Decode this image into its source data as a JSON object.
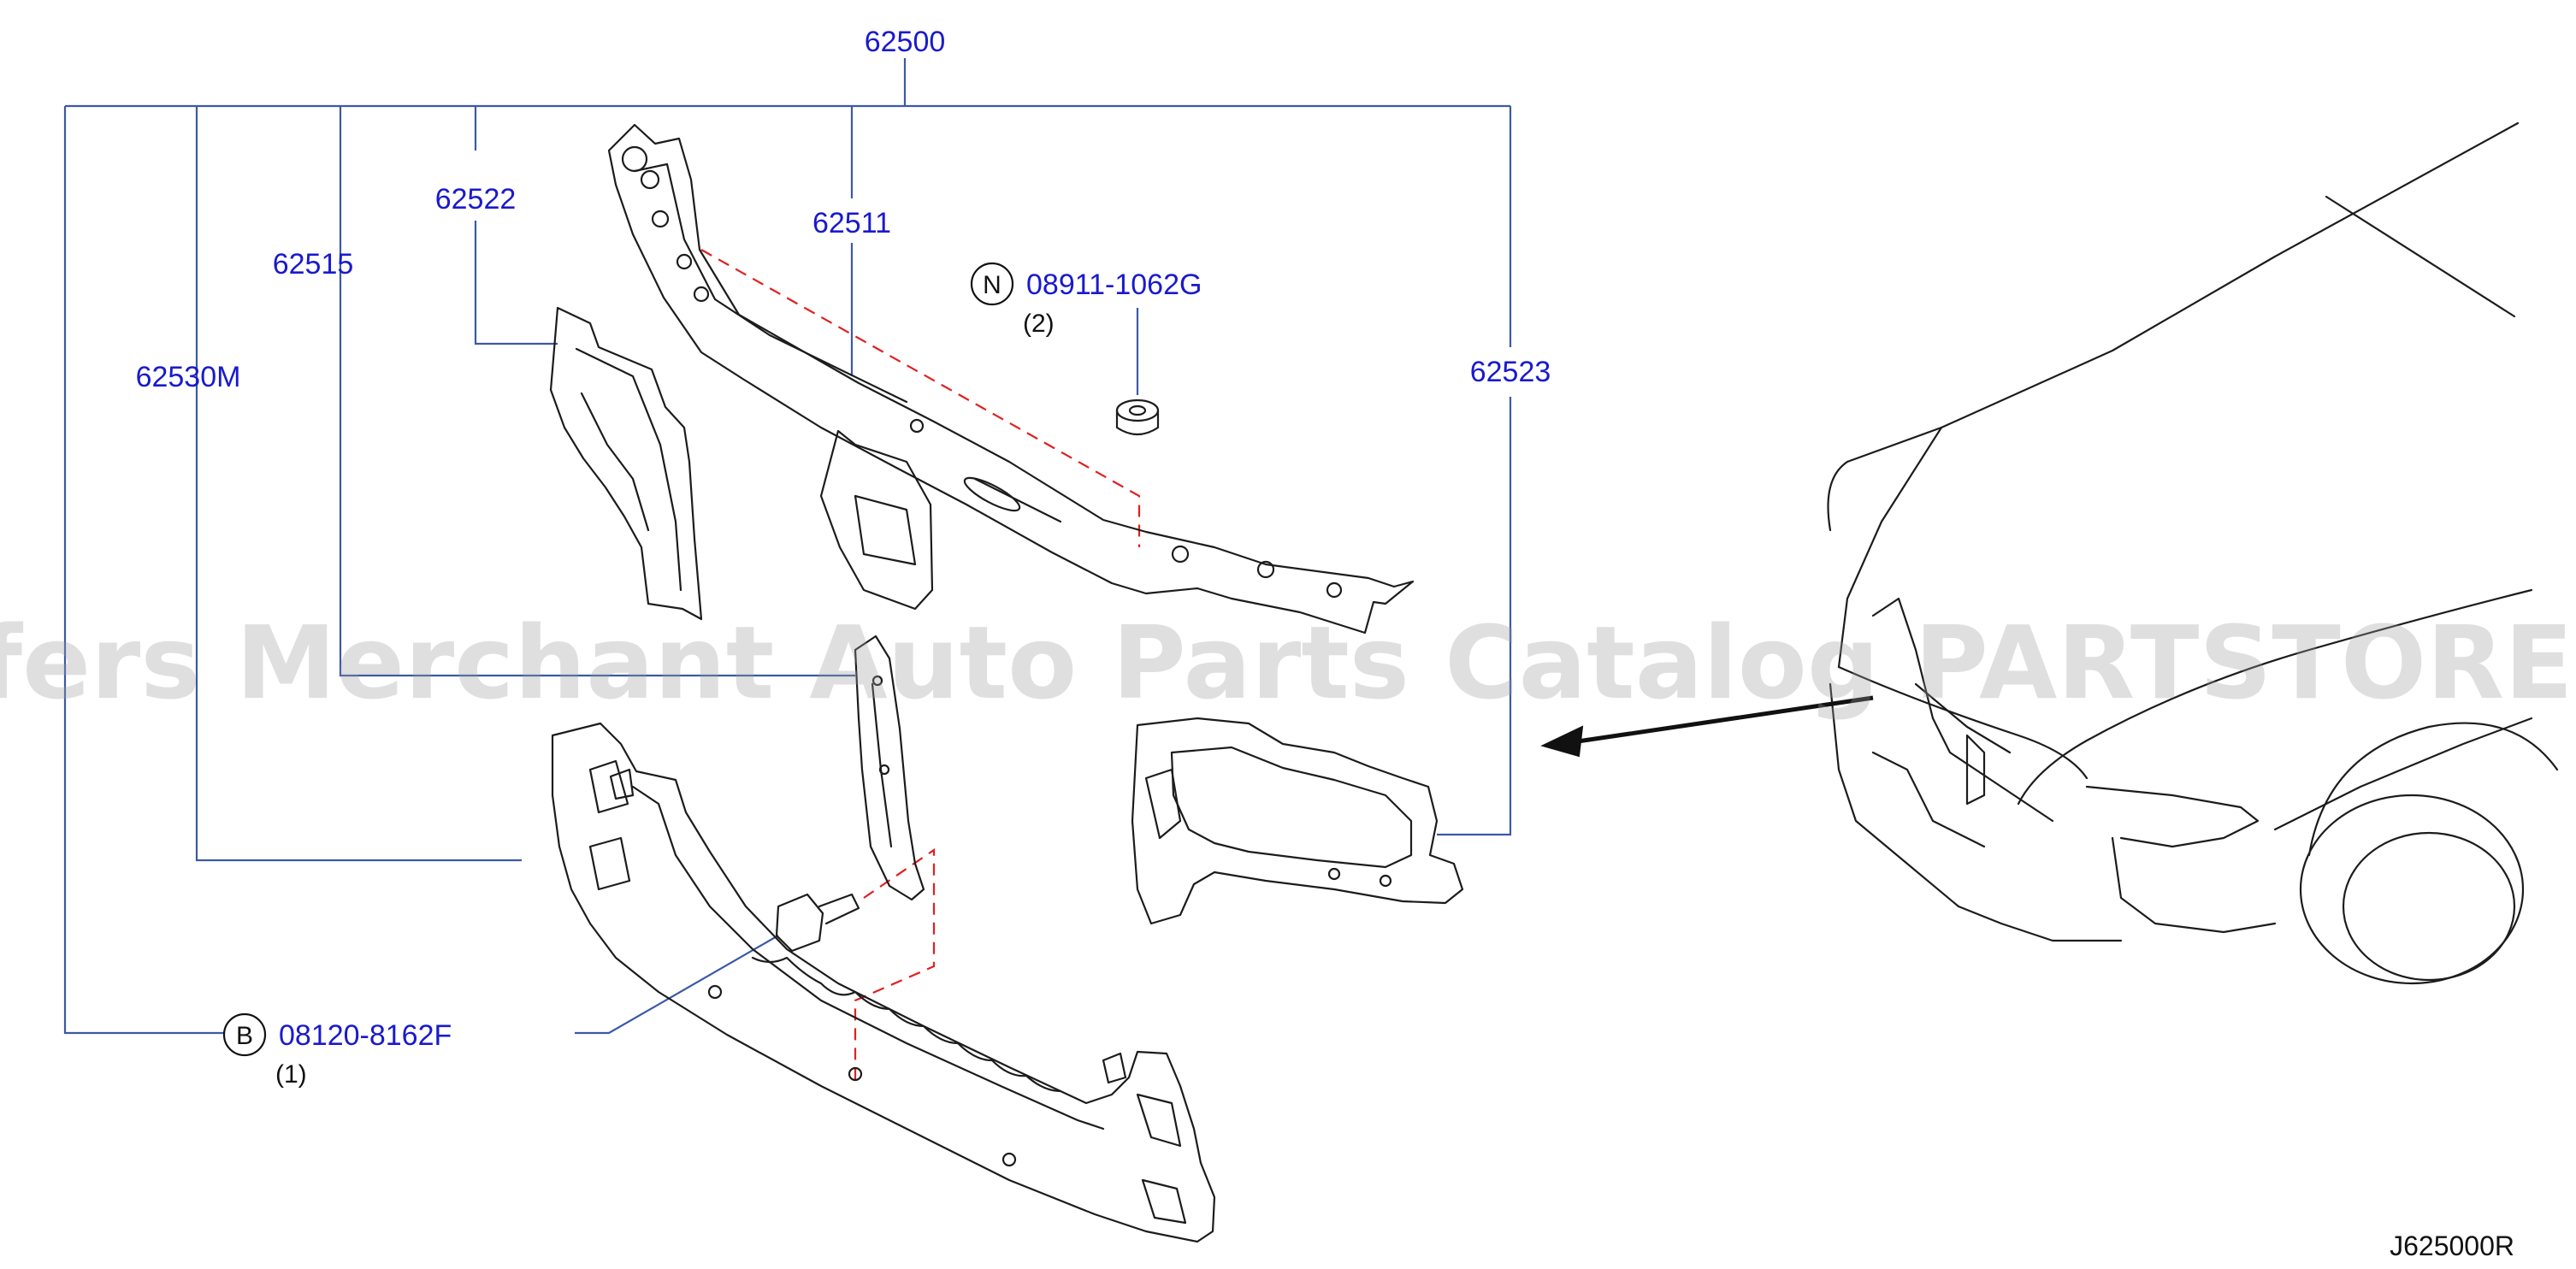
{
  "diagram": {
    "labels": {
      "assembly": "62500",
      "upper_support": "62511",
      "side_support_left": "62522",
      "hood_lock_stay": "62515",
      "lower_support": "62530M",
      "side_support_right": "62523"
    },
    "fasteners": {
      "nut": {
        "badge": "N",
        "part_no": "08911-1062G",
        "qty": "(2)"
      },
      "bolt": {
        "badge": "B",
        "part_no": "08120-8162F",
        "qty": "(1)"
      }
    },
    "reference_code": "J625000R",
    "watermark": "Offers Merchant Auto Parts Catalog PARTSTORE.SA",
    "colors": {
      "label": "#1a1acc",
      "leader": "#3b59a6",
      "part_outline": "#1c1c1c",
      "dashed_guide": "#e02020",
      "watermark": "#9a9a9a"
    }
  }
}
